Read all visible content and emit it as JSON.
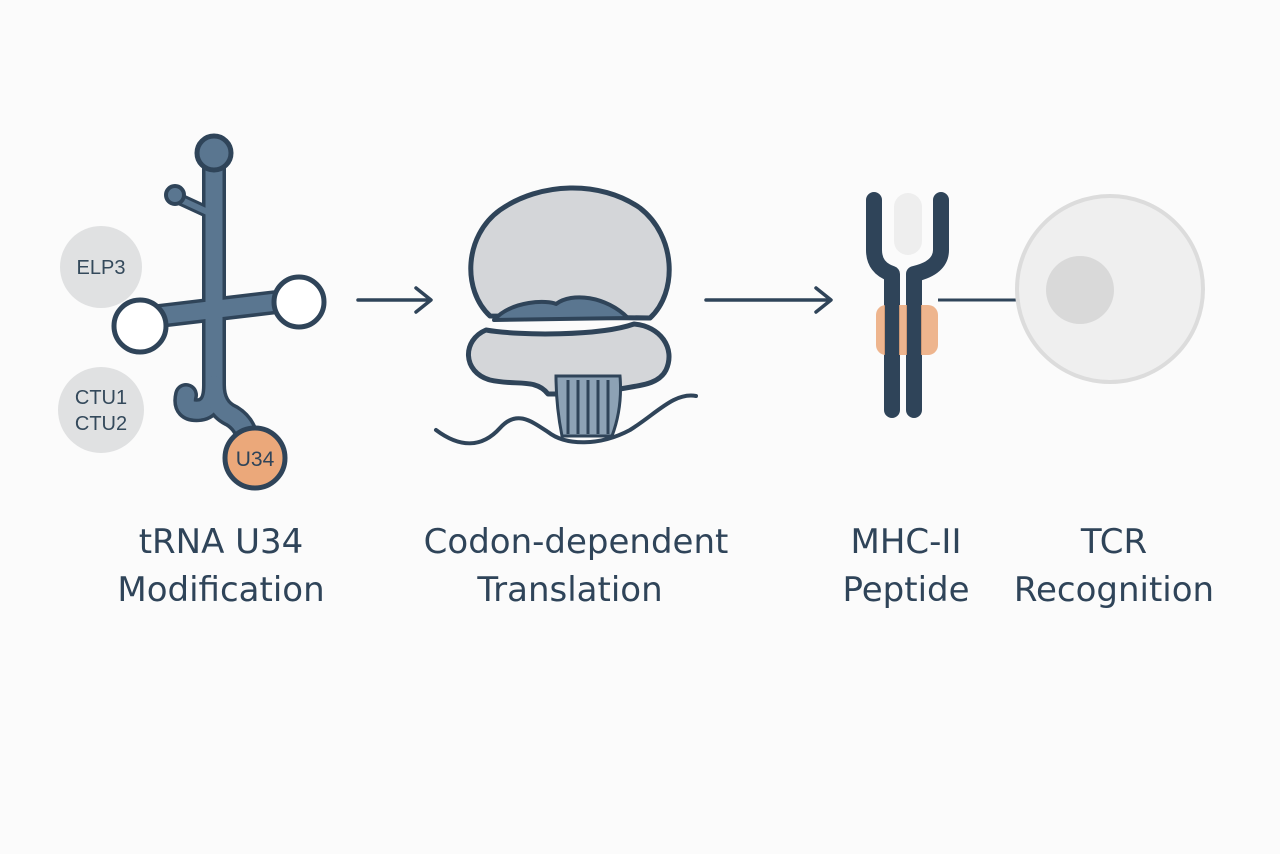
{
  "colors": {
    "background": "#fbfbfb",
    "dark_slate": "#2f4459",
    "slate_blue": "#5a7690",
    "light_gray": "#d4d6d9",
    "chip_gray": "#e0e1e2",
    "orange": "#eba87a",
    "cell_fill": "#efefef"
  },
  "trna": {
    "enzymes": {
      "elp3": "ELP3",
      "ctu1": "CTU1",
      "ctu2": "CTU2"
    },
    "u34_label": "U34"
  },
  "captions": {
    "step1_line1": "tRNA U34",
    "step1_line2": "Modification",
    "step2_line1": "Codon-dependent",
    "step2_line2": "Translation",
    "step3_line1": "MHC-II",
    "step3_line2": "Peptide",
    "step4_line1": "TCR",
    "step4_line2": "Recognition"
  }
}
